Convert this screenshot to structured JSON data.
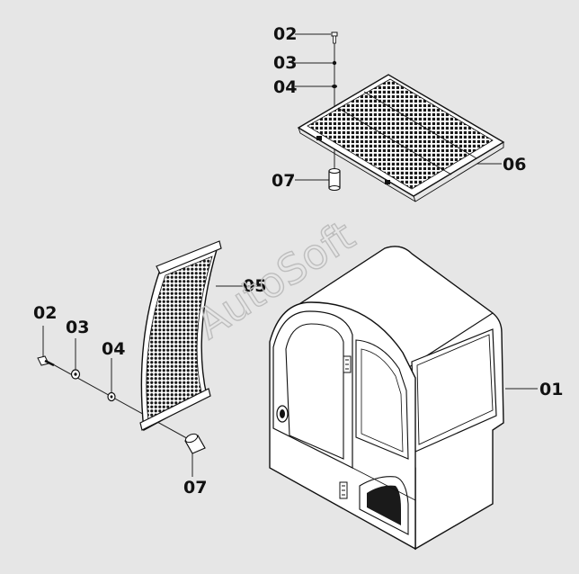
{
  "watermark": "AutoSoft",
  "labels": {
    "top_02": "02",
    "top_03": "03",
    "top_04": "04",
    "top_07": "07",
    "top_06": "06",
    "side_05": "05",
    "side_02": "02",
    "side_03": "03",
    "side_04": "04",
    "side_07": "07",
    "cab_01": "01"
  },
  "colors": {
    "background": "#e6e6e6",
    "line": "#111111",
    "watermark": "#bdbdbd"
  }
}
